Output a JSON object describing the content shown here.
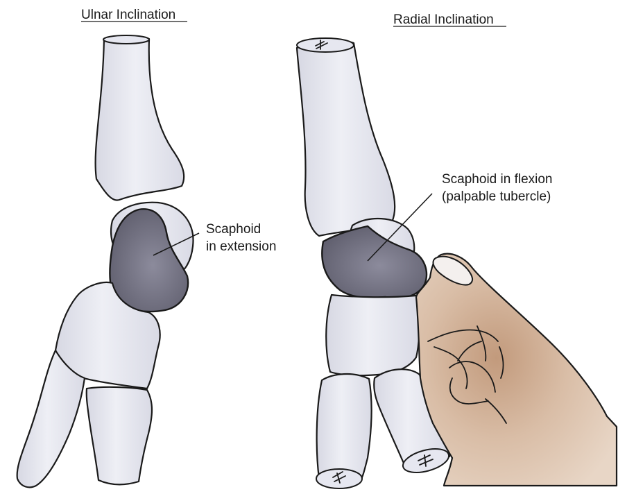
{
  "panels": [
    {
      "title": "Ulnar Inclination",
      "annotation_line1": "Scaphoid",
      "annotation_line2": "in extension"
    },
    {
      "title": "Radial Inclination",
      "annotation_line1": "Scaphoid in flexion",
      "annotation_line2": "(palpable tubercle)"
    }
  ],
  "colors": {
    "bone": "#e3e4ee",
    "scaphoid": "#6d6c7e",
    "skin": "#d7b9a0",
    "outline": "#1a1a1a"
  }
}
